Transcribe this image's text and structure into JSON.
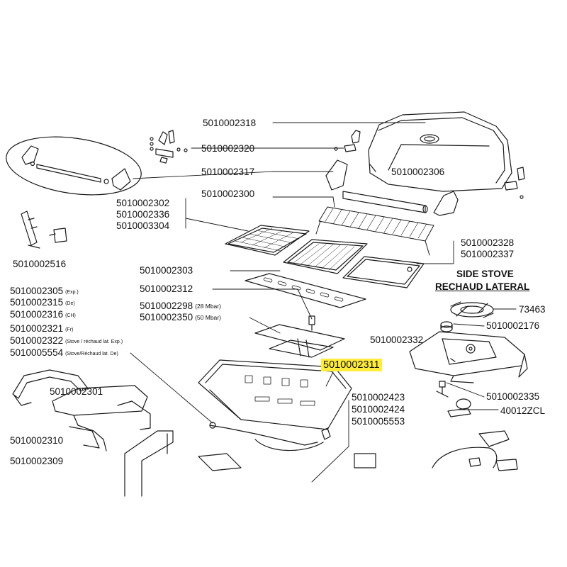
{
  "diagram": {
    "headings": [
      "SIDE STOVE",
      "RECHAUD LATERAL"
    ],
    "labels": [
      {
        "text": "5010002318"
      },
      {
        "text": "5010002320"
      },
      {
        "text": "5010002317"
      },
      {
        "text": "5010002306"
      },
      {
        "text": "5010002300"
      },
      {
        "text": "5010002302"
      },
      {
        "text": "5010002336"
      },
      {
        "text": "5010003304"
      },
      {
        "text": "5010002516"
      },
      {
        "text": "5010002328"
      },
      {
        "text": "5010002337"
      },
      {
        "text": "5010002303"
      },
      {
        "text": "5010002312"
      },
      {
        "text": "5010002298",
        "note": "(28 Mbar)"
      },
      {
        "text": "5010002350",
        "note": "(50 Mbar)"
      },
      {
        "text": "5010002305",
        "note": "(Exp.)"
      },
      {
        "text": "5010002315",
        "note": "(De)"
      },
      {
        "text": "5010002316",
        "note": "(CH)"
      },
      {
        "text": "5010002321",
        "note": "(Fr)"
      },
      {
        "text": "5010002322",
        "note": "(Stove / réchaud lat. Exp.)"
      },
      {
        "text": "5010005554",
        "note": "(Stove/Réchaud lat. De)"
      },
      {
        "text": "73463"
      },
      {
        "text": "5010002176"
      },
      {
        "text": "5010002332"
      },
      {
        "text": "5010002311",
        "highlight": true
      },
      {
        "text": "5010002301"
      },
      {
        "text": "5010002423"
      },
      {
        "text": "5010002424"
      },
      {
        "text": "5010005553"
      },
      {
        "text": "5010002335"
      },
      {
        "text": "40012ZCL"
      },
      {
        "text": "5010002310"
      },
      {
        "text": "5010002309"
      }
    ]
  },
  "colors": {
    "highlight": "#ffec3d",
    "line": "#1a1a1a"
  }
}
